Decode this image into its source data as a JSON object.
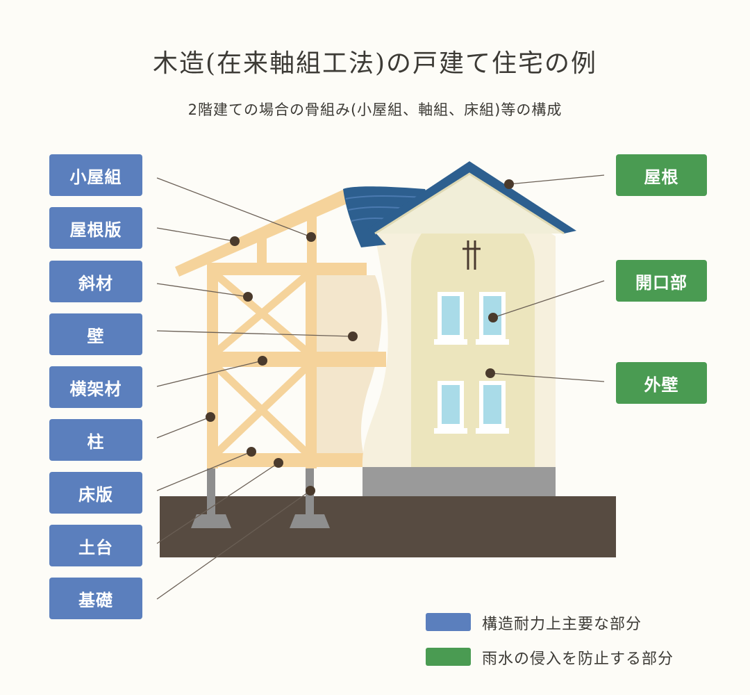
{
  "title": "木造(在来軸組工法)の戸建て住宅の例",
  "subtitle": "2階建ての場合の骨組み(小屋組、軸組、床組)等の構成",
  "colors": {
    "structural": "#5b7fbd",
    "rain_prevention": "#4a9b52"
  },
  "structural_labels": [
    {
      "id": "koyagumi",
      "label": "小屋組"
    },
    {
      "id": "yaneban",
      "label": "屋根版"
    },
    {
      "id": "shazai",
      "label": "斜材"
    },
    {
      "id": "kabe",
      "label": "壁"
    },
    {
      "id": "yokogazai",
      "label": "横架材"
    },
    {
      "id": "hashira",
      "label": "柱"
    },
    {
      "id": "yukaban",
      "label": "床版"
    },
    {
      "id": "dodai",
      "label": "土台"
    },
    {
      "id": "kiso",
      "label": "基礎"
    }
  ],
  "rain_labels": [
    {
      "id": "yane",
      "label": "屋根"
    },
    {
      "id": "kaikobu",
      "label": "開口部"
    },
    {
      "id": "gaiheki",
      "label": "外壁"
    }
  ],
  "legend": [
    {
      "label": "構造耐力上主要な部分",
      "color": "#5b7fbd"
    },
    {
      "label": "雨水の侵入を防止する部分",
      "color": "#4a9b52"
    }
  ]
}
